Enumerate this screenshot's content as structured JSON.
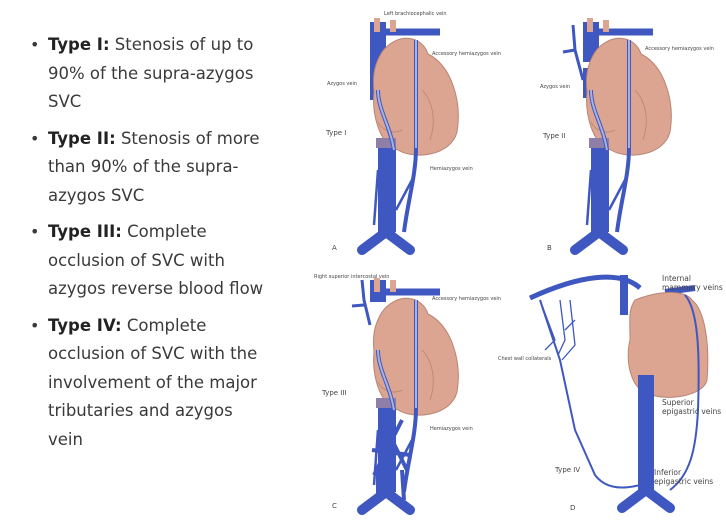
{
  "bullets": [
    {
      "bold": "Type I:",
      "lines": [
        "Stenosis of up to",
        "90% of the supra-azygos",
        "SVC"
      ]
    },
    {
      "bold": "Type II:",
      "lines": [
        "Stenosis of more",
        "than 90% of the supra-",
        "azygos SVC"
      ]
    },
    {
      "bold": "Type III:",
      "lines": [
        "Complete",
        "occlusion of SVC with",
        "azygos reverse blood flow"
      ]
    },
    {
      "bold": "Type IV:",
      "lines": [
        "Complete",
        "occlusion of SVC with the",
        "involvement of the major",
        "tributaries and azygos",
        "vein"
      ]
    }
  ],
  "figure": {
    "colors": {
      "vein": "#3f57c0",
      "heart": "#dba592",
      "heart_outline": "#b98474"
    },
    "panels": [
      {
        "letter": "A",
        "type": "Type I",
        "labels": [
          "Left brachiocephalic vein",
          "Accessory hemiazygos vein",
          "Azygos vein",
          "Hemiazygos vein"
        ]
      },
      {
        "letter": "B",
        "type": "Type II",
        "labels": [
          "Accessory hemiazygos vein",
          "Azygos vein"
        ]
      },
      {
        "letter": "C",
        "type": "Type III",
        "labels": [
          "Right superior intercostal vein",
          "Accessory hemiazygos vein",
          "Hemiazygos vein"
        ]
      },
      {
        "letter": "D",
        "type": "Type IV",
        "labels": [
          "Internal mammary veins",
          "Chest wall collaterals",
          "Superior epigastric veins",
          "Inferior epigastric veins"
        ]
      }
    ]
  }
}
